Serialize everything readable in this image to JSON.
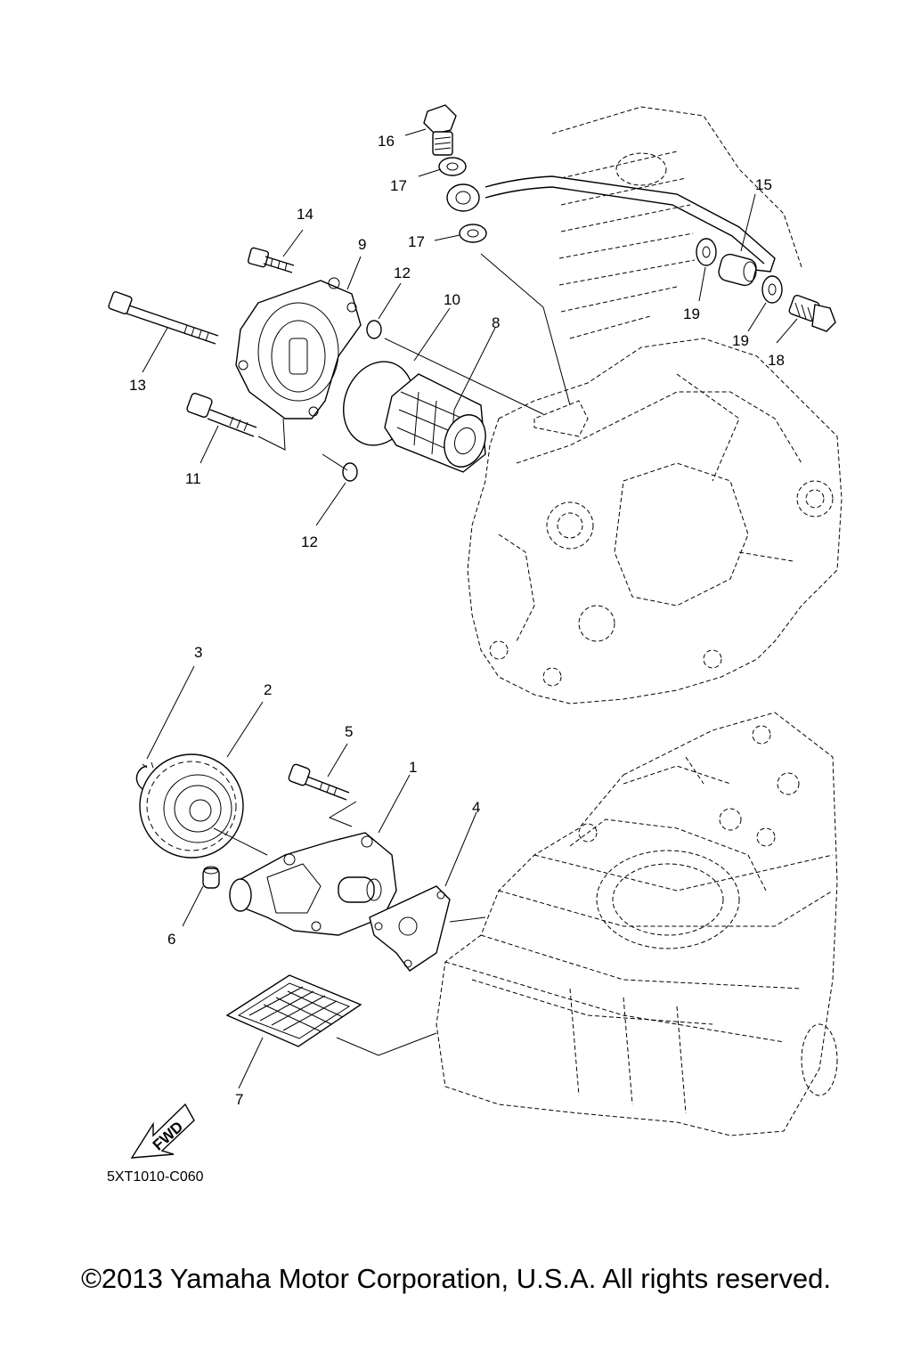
{
  "diagram": {
    "callouts": [
      {
        "id": "c16",
        "label": "16"
      },
      {
        "id": "c17a",
        "label": "17"
      },
      {
        "id": "c17b",
        "label": "17"
      },
      {
        "id": "c15",
        "label": "15"
      },
      {
        "id": "c14",
        "label": "14"
      },
      {
        "id": "c9",
        "label": "9"
      },
      {
        "id": "c12a",
        "label": "12"
      },
      {
        "id": "c10",
        "label": "10"
      },
      {
        "id": "c8",
        "label": "8"
      },
      {
        "id": "c19a",
        "label": "19"
      },
      {
        "id": "c19b",
        "label": "19"
      },
      {
        "id": "c18",
        "label": "18"
      },
      {
        "id": "c13",
        "label": "13"
      },
      {
        "id": "c11",
        "label": "11"
      },
      {
        "id": "c12b",
        "label": "12"
      },
      {
        "id": "c3",
        "label": "3"
      },
      {
        "id": "c2",
        "label": "2"
      },
      {
        "id": "c5",
        "label": "5"
      },
      {
        "id": "c1",
        "label": "1"
      },
      {
        "id": "c4",
        "label": "4"
      },
      {
        "id": "c6",
        "label": "6"
      },
      {
        "id": "c7",
        "label": "7"
      }
    ],
    "fwd_label": "FWD",
    "diagram_code": "5XT1010-C060",
    "copyright": "©2013 Yamaha Motor Corporation, U.S.A. All rights reserved."
  }
}
